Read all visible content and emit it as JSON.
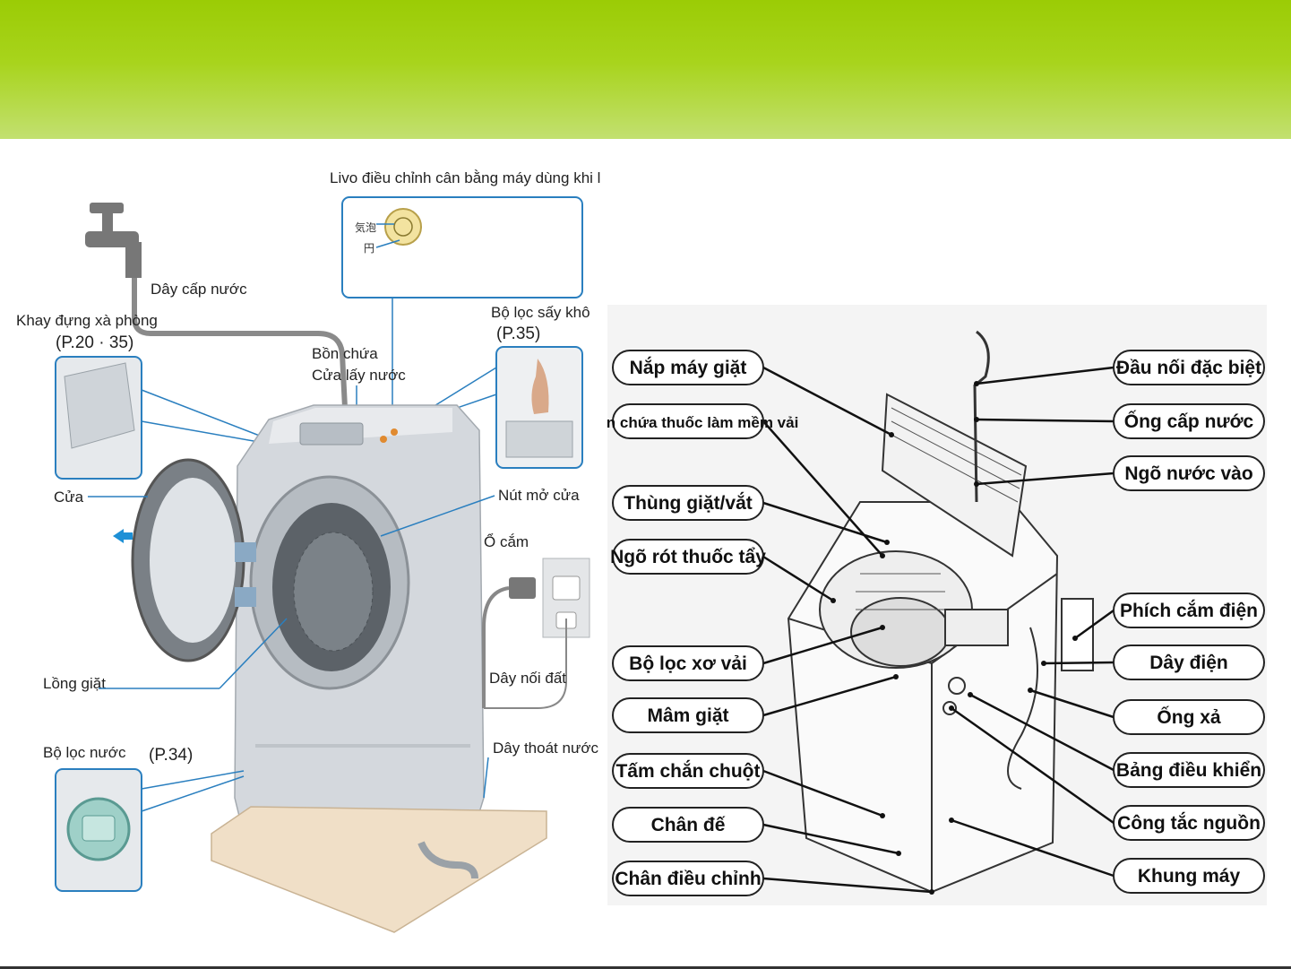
{
  "colors": {
    "header_band": "#9bcc05",
    "callout_line": "#2a7fbf",
    "arrow": "#1e90d6",
    "machine_body": "#d4d8dd",
    "pill_border": "#222222"
  },
  "front_loader": {
    "top_label": "Livo điều chỉnh cân bằng máy dùng khi lắp đặt",
    "level_glyph_1": "気泡",
    "level_glyph_2": "円",
    "labels": {
      "water_supply_hose": "Dây cấp nước",
      "detergent_tray": "Khay đựng xà phòng",
      "detergent_tray_ref": "(P.20 · 35)",
      "tank": "Bồn chứa",
      "water_intake_door": "Cửa lấy nước",
      "dryer_filter": "Bộ lọc sấy khô",
      "dryer_filter_ref": "(P.35)",
      "door": "Cửa",
      "door_open_button": "Nút mở cửa",
      "socket": "Ổ cắm",
      "drum": "Lồng giặt",
      "ground_wire": "Dây nối đất",
      "water_filter": "Bộ lọc nước",
      "water_filter_ref": "(P.34)",
      "drain_hose": "Dây thoát nước"
    }
  },
  "top_loader": {
    "left_labels": [
      "Nắp máy giặt",
      "Ngăn chứa thuốc làm mềm vải",
      "Thùng giặt/vắt",
      "Ngõ rót thuốc tẩy",
      "Bộ lọc xơ vải",
      "Mâm giặt",
      "Tấm chắn chuột",
      "Chân đế",
      "Chân điều chỉnh"
    ],
    "right_labels": [
      "Đầu nối đặc biệt",
      "Ống cấp nước",
      "Ngõ nước vào",
      "Phích cắm điện",
      "Dây điện",
      "Ống xả",
      "Bảng điều khiển",
      "Công tắc nguồn",
      "Khung máy"
    ]
  }
}
